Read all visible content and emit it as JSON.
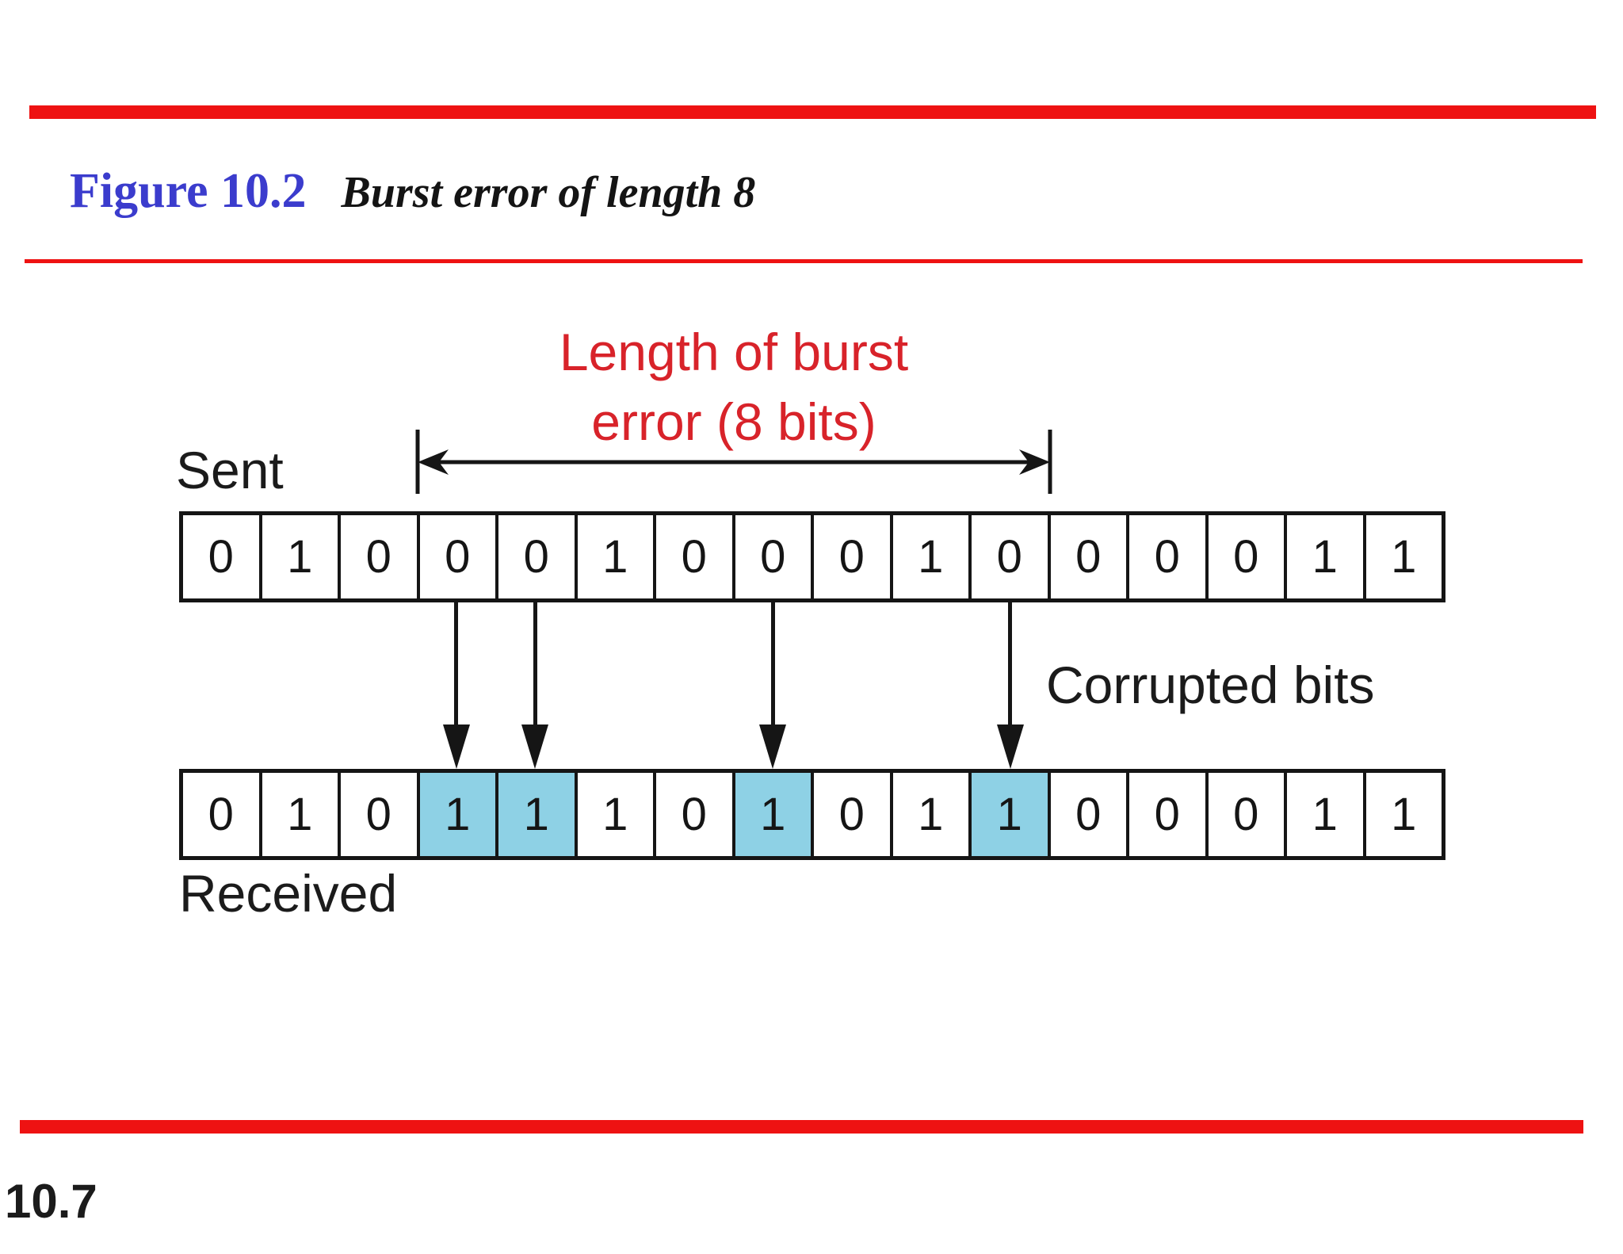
{
  "header": {
    "figure_label": "Figure 10.2",
    "figure_caption": "Burst error of length 8"
  },
  "diagram": {
    "burst_label_line1": "Length of burst",
    "burst_label_line2": "error (8 bits)",
    "burst_length_bits": 8,
    "sent_label": "Sent",
    "received_label": "Received",
    "corrupted_label": "Corrupted bits",
    "sent_bits": [
      "0",
      "1",
      "0",
      "0",
      "0",
      "1",
      "0",
      "0",
      "0",
      "1",
      "0",
      "0",
      "0",
      "0",
      "1",
      "1"
    ],
    "received_bits": [
      "0",
      "1",
      "0",
      "1",
      "1",
      "1",
      "0",
      "1",
      "0",
      "1",
      "1",
      "0",
      "0",
      "0",
      "1",
      "1"
    ],
    "corrupted_indices": [
      3,
      4,
      7,
      10
    ],
    "burst_start_index": 3,
    "burst_end_index": 10,
    "colors": {
      "rule_red": "#ee1212",
      "label_red": "#d8232a",
      "title_blue": "#3b3ccd",
      "highlight_blue": "#8ed1e5",
      "line_black": "#151515"
    }
  },
  "footer": {
    "page_number": "10.7"
  }
}
